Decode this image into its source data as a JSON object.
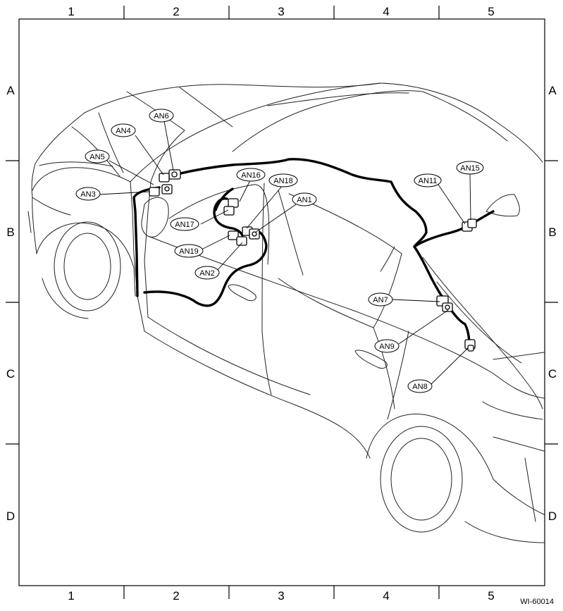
{
  "grid": {
    "columns": [
      "1",
      "2",
      "3",
      "4",
      "5"
    ],
    "rows": [
      "A",
      "B",
      "C",
      "D"
    ]
  },
  "callouts": {
    "an1": "AN1",
    "an2": "AN2",
    "an3": "AN3",
    "an4": "AN4",
    "an5": "AN5",
    "an6": "AN6",
    "an7": "AN7",
    "an8": "AN8",
    "an9": "AN9",
    "an11": "AN11",
    "an15": "AN15",
    "an16": "AN16",
    "an17": "AN17",
    "an18": "AN18",
    "an19": "AN19"
  },
  "figure_code": "WI-60014"
}
